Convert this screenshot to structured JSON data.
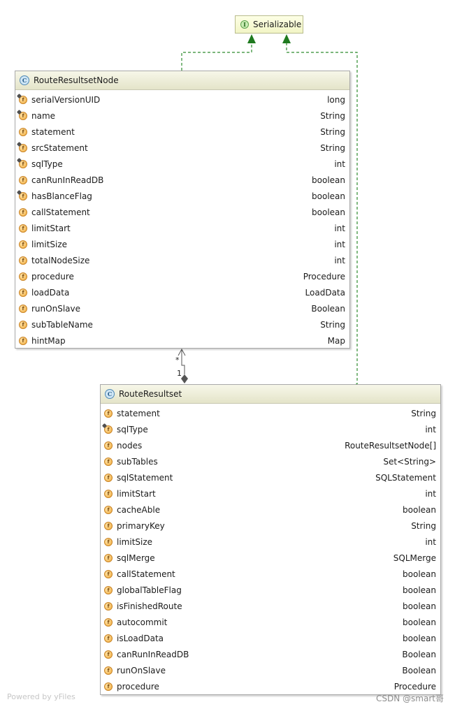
{
  "interface": {
    "name": "Serializable",
    "badge": "I"
  },
  "classes": [
    {
      "name": "RouteResultsetNode",
      "badge": "C",
      "fields": [
        {
          "name": "serialVersionUID",
          "type": "long",
          "static": true
        },
        {
          "name": "name",
          "type": "String",
          "static": true
        },
        {
          "name": "statement",
          "type": "String",
          "static": false
        },
        {
          "name": "srcStatement",
          "type": "String",
          "static": true
        },
        {
          "name": "sqlType",
          "type": "int",
          "static": true
        },
        {
          "name": "canRunInReadDB",
          "type": "boolean",
          "static": false
        },
        {
          "name": "hasBlanceFlag",
          "type": "boolean",
          "static": true
        },
        {
          "name": "callStatement",
          "type": "boolean",
          "static": false
        },
        {
          "name": "limitStart",
          "type": "int",
          "static": false
        },
        {
          "name": "limitSize",
          "type": "int",
          "static": false
        },
        {
          "name": "totalNodeSize",
          "type": "int",
          "static": false
        },
        {
          "name": "procedure",
          "type": "Procedure",
          "static": false
        },
        {
          "name": "loadData",
          "type": "LoadData",
          "static": false
        },
        {
          "name": "runOnSlave",
          "type": "Boolean",
          "static": false
        },
        {
          "name": "subTableName",
          "type": "String",
          "static": false
        },
        {
          "name": "hintMap",
          "type": "Map",
          "static": false
        }
      ]
    },
    {
      "name": "RouteResultset",
      "badge": "C",
      "fields": [
        {
          "name": "statement",
          "type": "String",
          "static": false
        },
        {
          "name": "sqlType",
          "type": "int",
          "static": true
        },
        {
          "name": "nodes",
          "type": "RouteResultsetNode[]",
          "static": false
        },
        {
          "name": "subTables",
          "type": "Set<String>",
          "static": false
        },
        {
          "name": "sqlStatement",
          "type": "SQLStatement",
          "static": false
        },
        {
          "name": "limitStart",
          "type": "int",
          "static": false
        },
        {
          "name": "cacheAble",
          "type": "boolean",
          "static": false
        },
        {
          "name": "primaryKey",
          "type": "String",
          "static": false
        },
        {
          "name": "limitSize",
          "type": "int",
          "static": false
        },
        {
          "name": "sqlMerge",
          "type": "SQLMerge",
          "static": false
        },
        {
          "name": "callStatement",
          "type": "boolean",
          "static": false
        },
        {
          "name": "globalTableFlag",
          "type": "boolean",
          "static": false
        },
        {
          "name": "isFinishedRoute",
          "type": "boolean",
          "static": false
        },
        {
          "name": "autocommit",
          "type": "boolean",
          "static": false
        },
        {
          "name": "isLoadData",
          "type": "boolean",
          "static": false
        },
        {
          "name": "canRunInReadDB",
          "type": "Boolean",
          "static": false
        },
        {
          "name": "runOnSlave",
          "type": "Boolean",
          "static": false
        },
        {
          "name": "procedure",
          "type": "Procedure",
          "static": false
        }
      ]
    }
  ],
  "field_icon_letter": "f",
  "association": {
    "node_end": "*",
    "resultset_end": "1"
  },
  "watermarks": {
    "left": "Powered by yFiles",
    "right": "CSDN @smart哥"
  },
  "colors": {
    "realization_line": "#2e8b2e",
    "association_line": "#555555"
  }
}
